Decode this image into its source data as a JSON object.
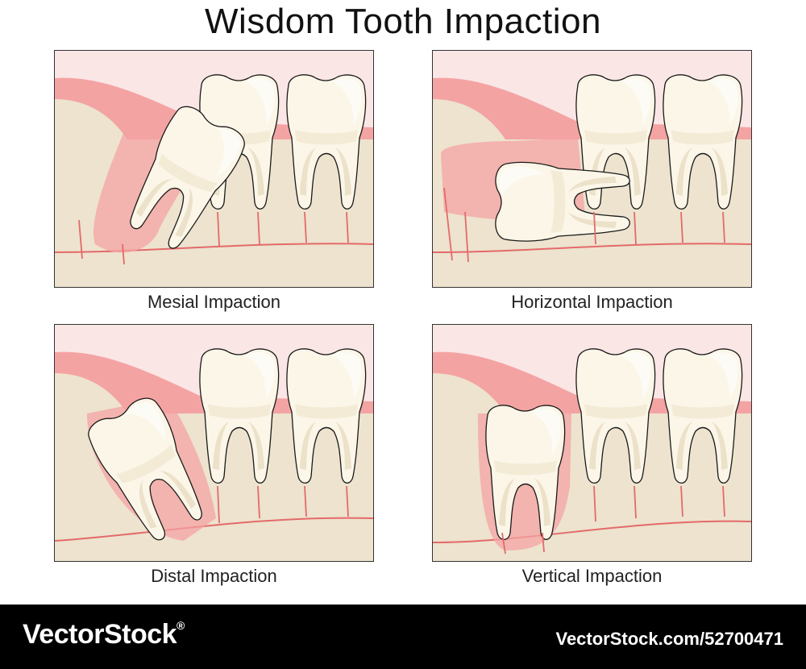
{
  "title": "Wisdom Tooth Impaction",
  "panels": [
    {
      "caption": "Mesial Impaction"
    },
    {
      "caption": "Horizontal Impaction"
    },
    {
      "caption": "Distal Impaction"
    },
    {
      "caption": "Vertical Impaction"
    }
  ],
  "footer": {
    "brand": "VectorStock",
    "brand_mark": "®",
    "url": "VectorStock.com/52700471"
  },
  "colors": {
    "background": "#fbe6e6",
    "gum": "#f4a3a3",
    "bone": "#ede3cf",
    "tooth": "#fbf6e8",
    "nerve": "#e46a6a",
    "outline": "#1a1a1a"
  }
}
